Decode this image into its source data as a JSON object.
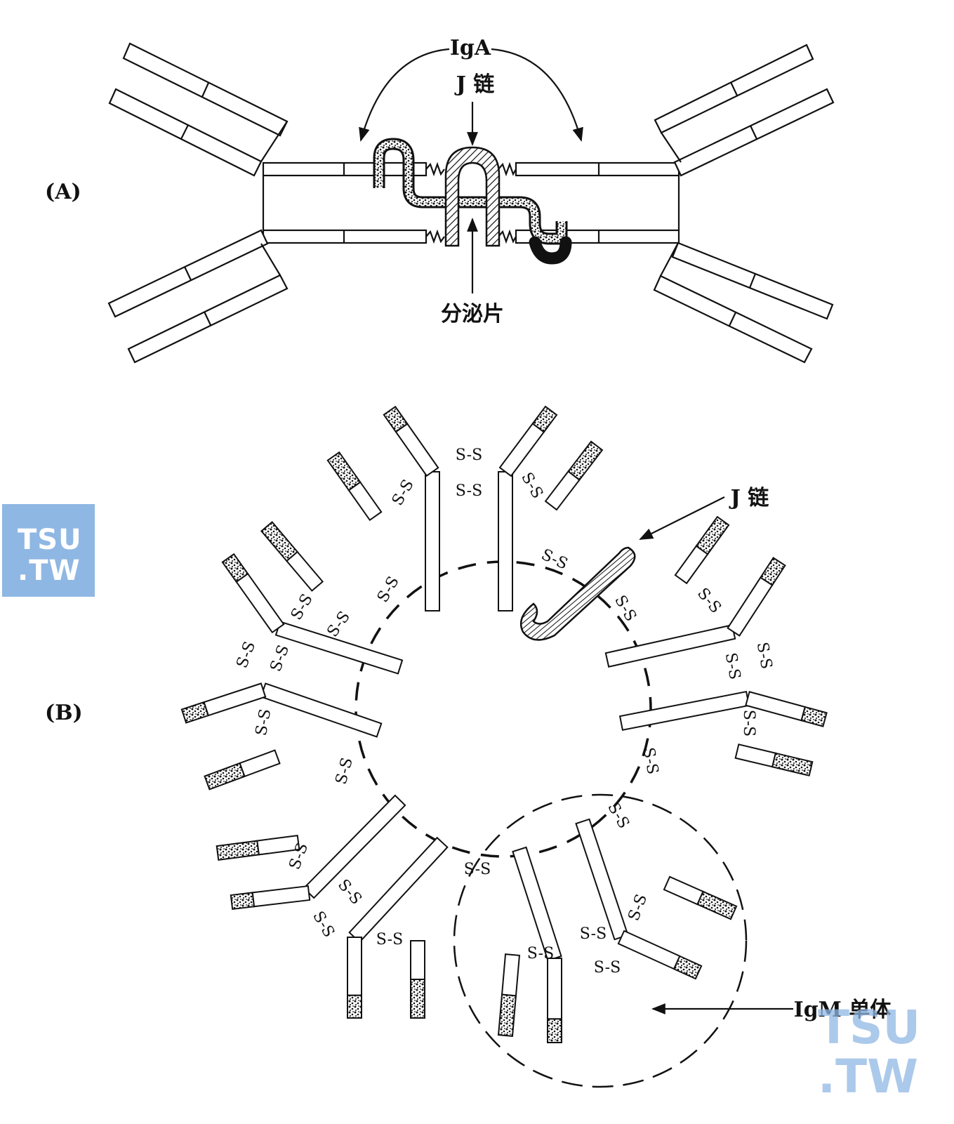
{
  "panel_a": {
    "label": "(A)",
    "iga_label": "IgA",
    "j_chain_label": "J 链",
    "secretory_piece_label": "分泌片"
  },
  "panel_b": {
    "label": "(B)",
    "j_chain_label": "J 链",
    "igm_monomer_label": "IgM 单体",
    "disulfide_label": "S-S"
  },
  "watermark": {
    "line1": "TSU",
    "line2": ".TW",
    "color": "#8fb7e3"
  }
}
